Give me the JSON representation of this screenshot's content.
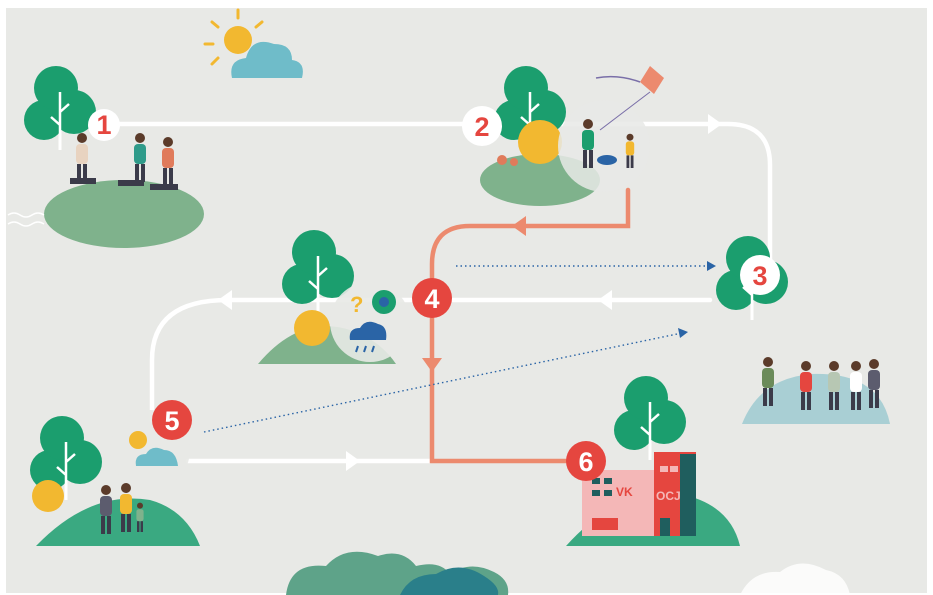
{
  "steps": [
    {
      "number": "1"
    },
    {
      "number": "2"
    },
    {
      "number": "3"
    },
    {
      "number": "4"
    },
    {
      "number": "5"
    },
    {
      "number": "6"
    }
  ],
  "building_labels": {
    "left": "VK",
    "right": "OCJ"
  },
  "colors": {
    "background": "#e8e9e6",
    "path_white": "#ffffff",
    "path_orange": "#ec8a6e",
    "marker_red": "#e5463f",
    "dotted_blue": "#2a64a6",
    "tree_green": "#1b9e6e",
    "ground_green": "#7fb28c",
    "sun_yellow": "#f2b830",
    "cloud_blue": "#6fbcc9"
  }
}
